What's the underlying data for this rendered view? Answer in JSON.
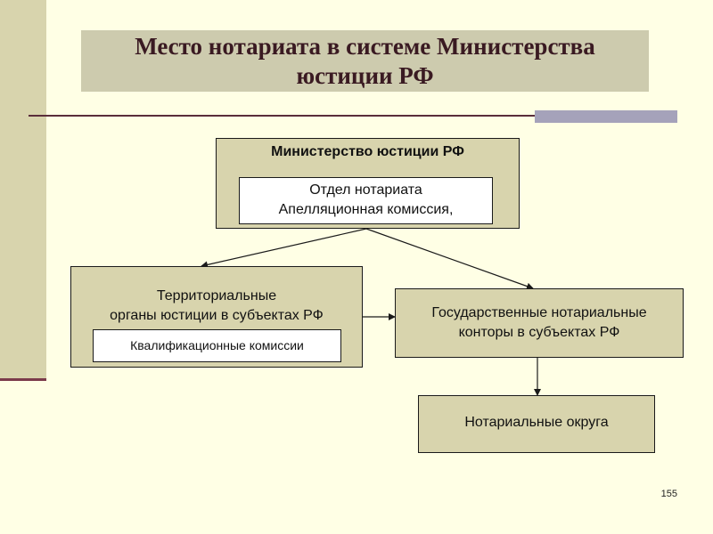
{
  "slide": {
    "title": "Место нотариата в системе Министерства юстиции РФ",
    "number": "155"
  },
  "diagram": {
    "ministry": {
      "title": "Министерство юстиции РФ",
      "inner_lines": [
        "Отдел нотариата",
        "Апелляционная комиссия,"
      ]
    },
    "territorial": {
      "lines": [
        "Территориальные",
        "органы юстиции в субъектах РФ"
      ],
      "inner": "Квалификационные комиссии"
    },
    "state_offices": {
      "lines": [
        "Государственные нотариальные",
        "конторы в субъектах РФ"
      ]
    },
    "districts": {
      "label": "Нотариальные округа"
    }
  },
  "colors": {
    "background": "#ffffe5",
    "box_fill": "#d8d4ad",
    "title_fill": "#cdcbae",
    "accent_line": "#5a2d3a",
    "accent_block": "#a5a2ba"
  }
}
